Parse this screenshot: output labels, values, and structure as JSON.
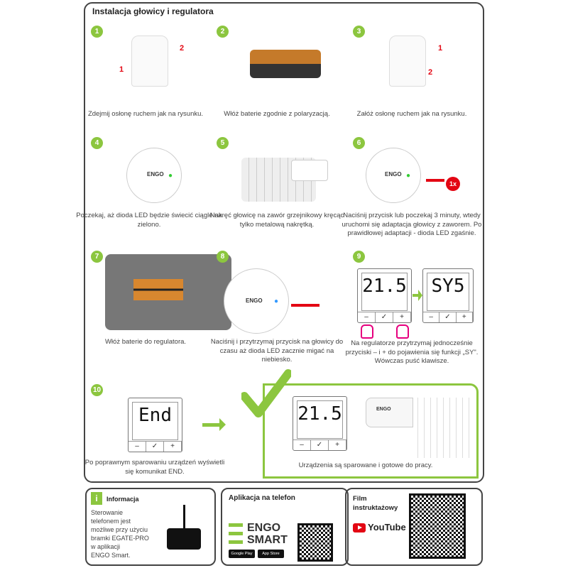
{
  "title": "Instalacja głowicy i regulatora",
  "steps": [
    {
      "num": "1",
      "caption": "Zdejmij osłonę ruchem jak na rysunku.",
      "labels": [
        "1",
        "2"
      ]
    },
    {
      "num": "2",
      "caption": "Włóż baterie zgodnie z polaryzacją."
    },
    {
      "num": "3",
      "caption": "Załóż osłonę ruchem jak na rysunku.",
      "labels": [
        "1",
        "2"
      ]
    },
    {
      "num": "4",
      "caption": "Poczekaj, aż dioda LED będzie świecić ciągle na zielono.",
      "brand": "ENGO"
    },
    {
      "num": "5",
      "caption": "Nakręć głowicę na zawór grzejnikowy kręcąc tylko metalową nakrętką."
    },
    {
      "num": "6",
      "caption": "Naciśnij przycisk lub poczekaj 3 minuty, wtedy uruchomi się adaptacja głowicy z zaworem. Po prawidłowej adaptacji - dioda LED zgaśnie.",
      "brand": "ENGO",
      "badge": "1x"
    },
    {
      "num": "7",
      "caption": "Włóż baterie do regulatora."
    },
    {
      "num": "8",
      "caption": "Naciśnij i przytrzymaj przycisk na głowicy do czasu aż dioda LED zacznie migać na niebiesko.",
      "brand": "ENGO"
    },
    {
      "num": "9",
      "caption": "Na regulatorze przytrzymaj jednocześnie przyciski – i + do pojawienia się funkcji „SY\". Wówczas puść klawisze.",
      "display1": "21.5",
      "display2": "SY5"
    },
    {
      "num": "10",
      "caption": "Po poprawnym sparowaniu urządzeń wyświetli się komunikat END.",
      "display": "End"
    }
  ],
  "paired": {
    "caption": "Urządzenia są sparowane i gotowe do pracy.",
    "display": "21.5",
    "brand": "ENGO"
  },
  "lcd_buttons": [
    "–",
    "✓",
    "+"
  ],
  "info": {
    "title": "Informacja",
    "icon": "i",
    "text": [
      "Sterowanie",
      "telefonem jest",
      "możliwe przy użyciu",
      "bramki EGATE-PRO",
      "w aplikacji",
      "ENGO Smart."
    ]
  },
  "app": {
    "title": "Aplikacja na telefon",
    "logo1": "ENGO",
    "logo2": "SMART",
    "google": "Google Play",
    "apple": "App Store"
  },
  "film": {
    "title": "Film instruktażowy",
    "youtube": "YouTube"
  },
  "colors": {
    "accent": "#8cc63f",
    "red": "#e30613"
  }
}
